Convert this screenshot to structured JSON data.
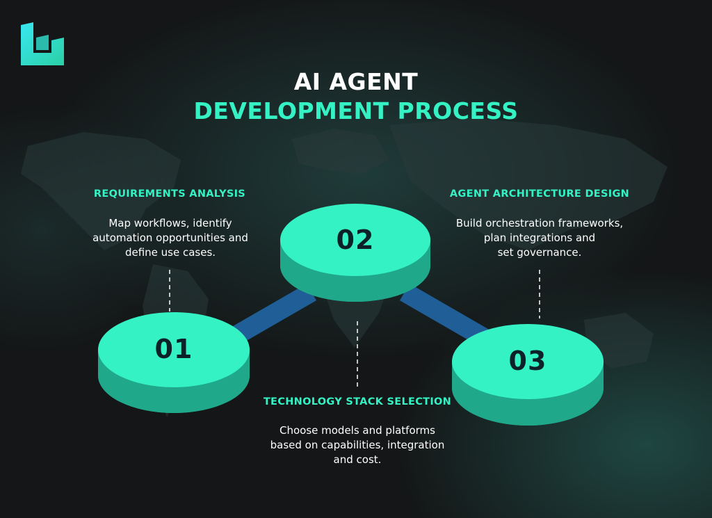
{
  "header": {
    "title_line1": "AI AGENT",
    "title_line2": "DEVELOPMENT PROCESS"
  },
  "colors": {
    "accent": "#34f2c4",
    "connector": "#1f5e96",
    "background": "#141617",
    "number_text": "#0d2228"
  },
  "icons": {
    "logo": "brand-logo-icon"
  },
  "steps": [
    {
      "number": "01",
      "heading": "REQUIREMENTS ANALYSIS",
      "description": [
        "Map workflows, identify",
        "automation opportunities and",
        "define use cases."
      ]
    },
    {
      "number": "02",
      "heading": "AGENT ARCHITECTURE DESIGN",
      "description": [
        "Build orchestration frameworks,",
        "plan integrations and",
        "set governance."
      ]
    },
    {
      "number": "03",
      "heading": "TECHNOLOGY STACK SELECTION",
      "description": [
        "Choose models and platforms",
        "based on capabilities, integration",
        "and cost."
      ]
    }
  ]
}
